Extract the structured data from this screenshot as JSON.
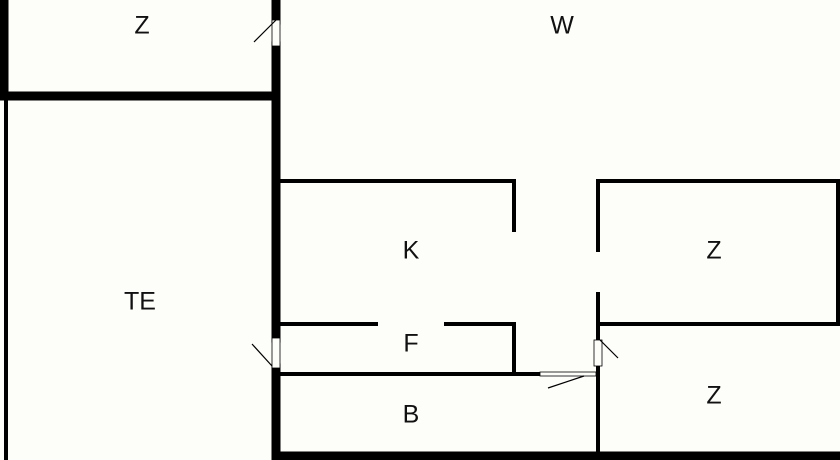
{
  "rooms": [
    {
      "id": "room-z-top-left",
      "label": "Z"
    },
    {
      "id": "room-w",
      "label": "W"
    },
    {
      "id": "room-te",
      "label": "TE"
    },
    {
      "id": "room-k",
      "label": "K"
    },
    {
      "id": "room-z-middle-right",
      "label": "Z"
    },
    {
      "id": "room-f",
      "label": "F"
    },
    {
      "id": "room-b",
      "label": "B"
    },
    {
      "id": "room-z-bottom-right",
      "label": "Z"
    }
  ]
}
